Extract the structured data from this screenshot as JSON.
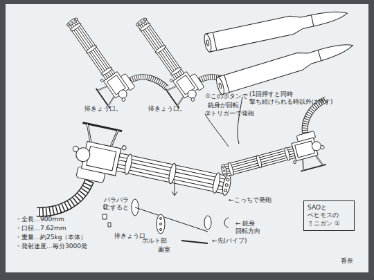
{
  "diagram": {
    "nodes": [
      {
        "text": [
          "SAOと ベヒモスの ミニガン ①"
        ]
      }
    ],
    "edges": [],
    "labels": [
      "排きょう口。",
      "排きょう口。",
      "①このボタンで",
      "(1回押すと同時 撃ち続けられる時以外は押す)",
      "銃身が回転",
      "②トリガーで発砲",
      "←こっちで発砲",
      "← 銃身 回転方向",
      "バラバラ にすると",
      "排きょう口",
      "ボルト部",
      "薬室",
      "←先(パイプ)",
      "・全長…900mm",
      "・口径…7.62mm",
      "・重量…約25kg（本体）",
      "・発射速度…毎分3000発",
      "香奈"
    ]
  }
}
